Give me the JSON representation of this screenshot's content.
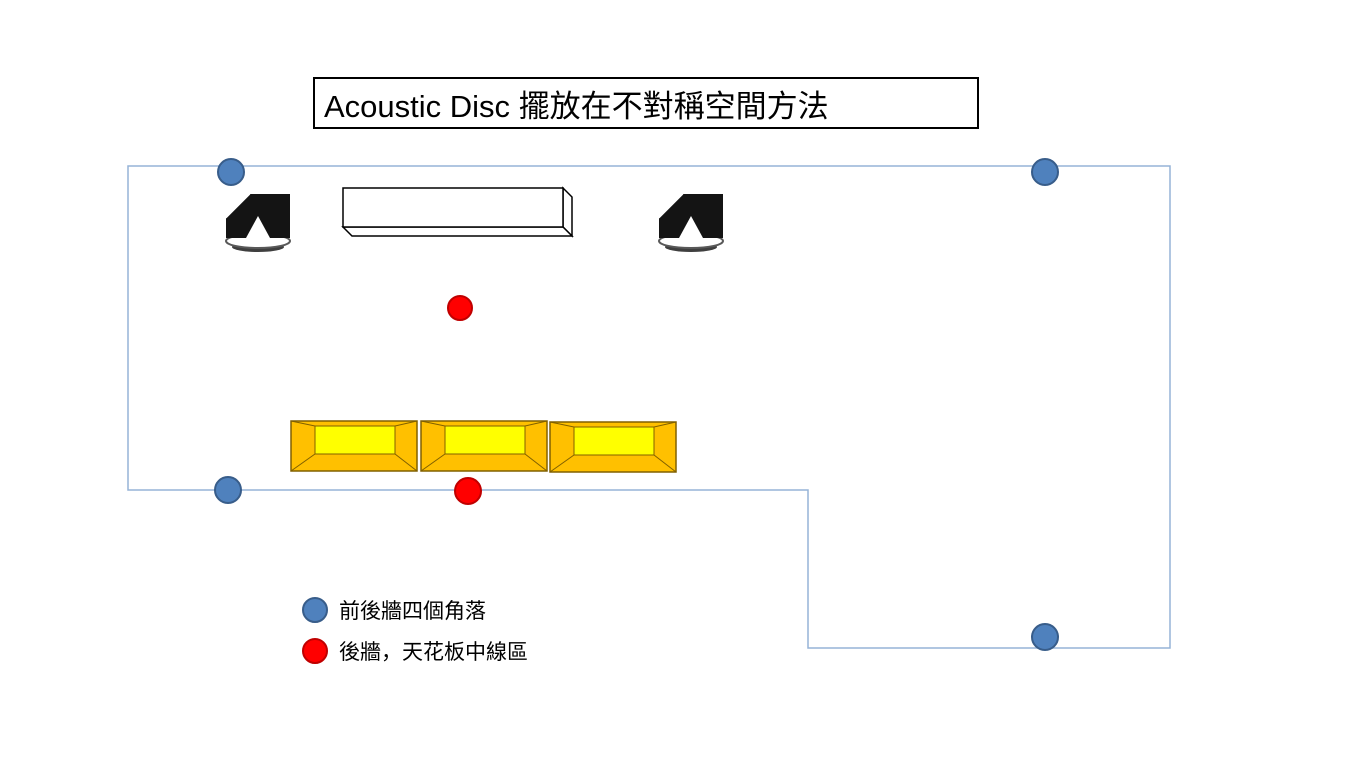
{
  "title": "Acoustic Disc 擺放在不對稱空間方法",
  "legend": {
    "items": [
      {
        "marker": "blue-disc",
        "label": "前後牆四個角落"
      },
      {
        "marker": "red-disc",
        "label": "後牆，天花板中線區"
      }
    ]
  },
  "colors": {
    "blue_disc": "#4F81BD",
    "blue_disc_border": "#385D8A",
    "red_disc": "#FF0000",
    "red_disc_border": "#C00000",
    "room_outline": "#95B3D7",
    "sofa_face": "#FFFF00",
    "sofa_frame": "#FFC000",
    "sofa_edge": "#806000",
    "speaker_body": "#141414"
  }
}
